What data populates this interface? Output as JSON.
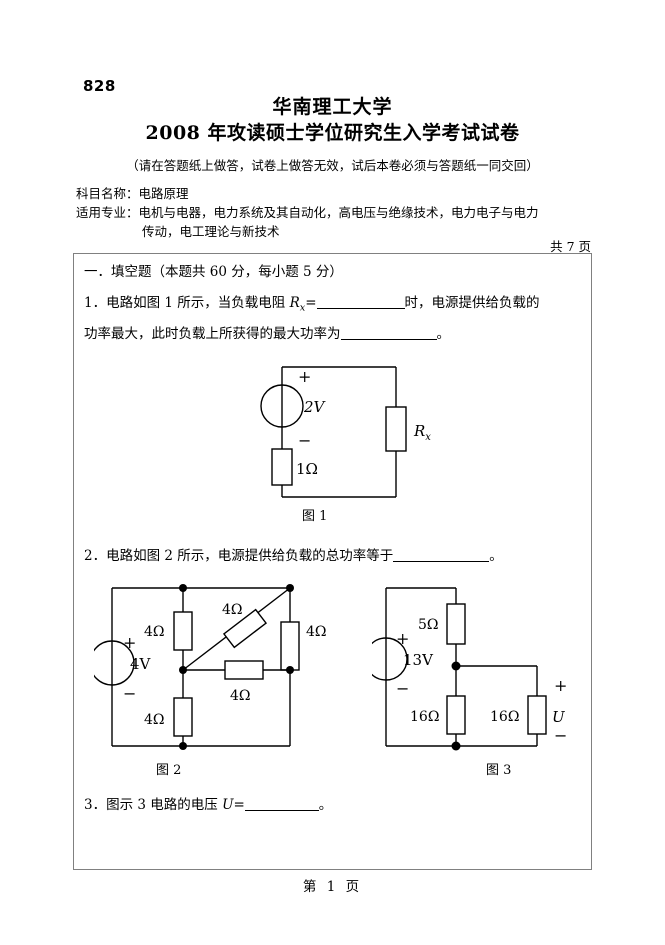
{
  "header": {
    "code_number": "828",
    "university": "华南理工大学",
    "exam_title": "2008 年攻读硕士学位研究生入学考试试卷",
    "notice": "（请在答题纸上做答，试卷上做答无效，试后本卷必须与答题纸一同交回）",
    "subject_label": "科目名称：",
    "subject_value": "电路原理",
    "major_label": "适用专业：",
    "major_value_line1": "电机与电器，电力系统及其自动化，高电压与绝缘技术，电力电子与电力",
    "major_value_line2": "传动，电工理论与新技术",
    "total_pages": "共 7 页"
  },
  "section": {
    "heading": "一．填空题（本题共 60 分，每小题 5 分）"
  },
  "questions": {
    "q1": {
      "number": "1．",
      "part1": "电路如图 1 所示，当负载电阻",
      "variable": "R",
      "variable_sub": "x",
      "equals": "=",
      "part2": "时，电源提供给负载的",
      "part3": "功率最大，此时负载上所获得的最大功率为",
      "period": "。"
    },
    "q2": {
      "number": "2．",
      "text": "电路如图 2 所示，电源提供给负载的总功率等于",
      "period": "。"
    },
    "q3": {
      "number": "3．",
      "text_before": "图示 3 电路的电压",
      "variable": "U",
      "equals": "=",
      "period": "。"
    }
  },
  "figures": {
    "fig1": {
      "caption": "图 1",
      "source_value": "2V",
      "plus": "+",
      "minus": "−",
      "resistor_series": "1Ω",
      "resistor_load": "R",
      "resistor_load_sub": "x"
    },
    "fig2": {
      "caption": "图 2",
      "source_value": "4V",
      "plus": "+",
      "minus": "−",
      "r_top_left": "4Ω",
      "r_top_right": "4Ω",
      "r_diagonal": "4Ω",
      "r_middle": "4Ω",
      "r_bottom_left": "4Ω"
    },
    "fig3": {
      "caption": "图 3",
      "source_value": "13V",
      "plus": "+",
      "minus": "−",
      "r_series": "5Ω",
      "r_left": "16Ω",
      "r_right": "16Ω",
      "voltage_label": "U",
      "voltage_plus": "+",
      "voltage_minus": "−"
    }
  },
  "footer": {
    "page_number": "第  1  页"
  },
  "colors": {
    "ink": "#000000",
    "box_border": "#808080",
    "paper": "#ffffff"
  }
}
